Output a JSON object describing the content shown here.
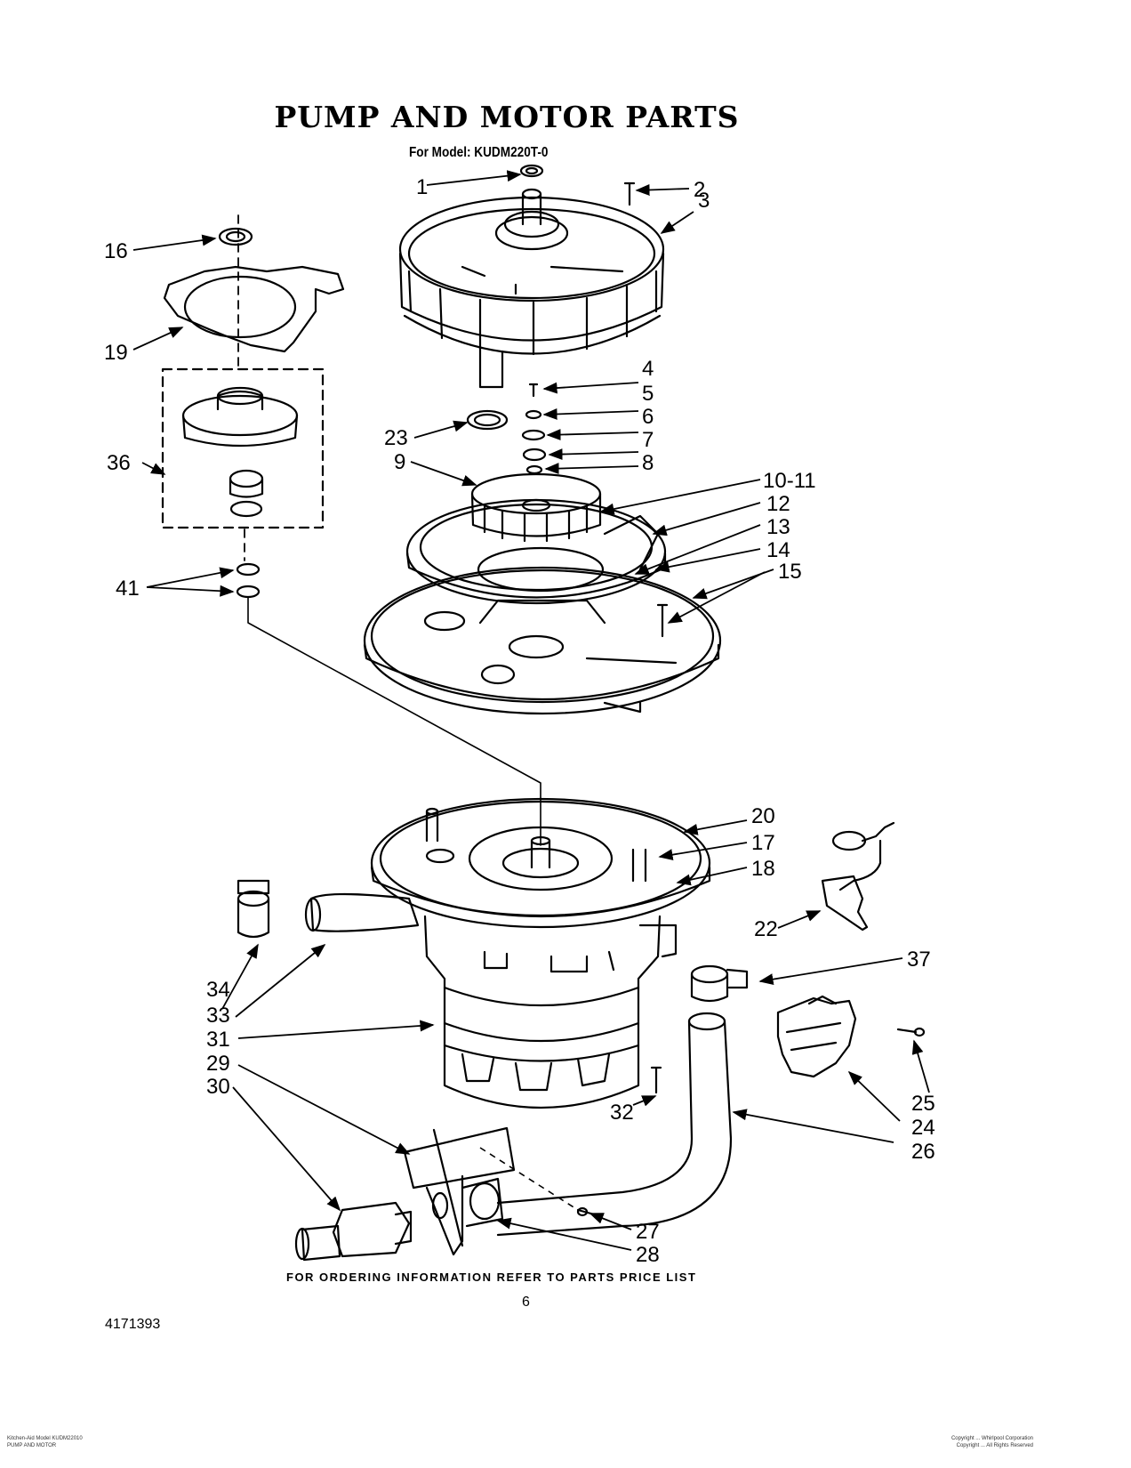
{
  "title": "PUMP AND MOTOR PARTS",
  "subtitle": "For Model: KUDM220T-0",
  "footer": "FOR ORDERING INFORMATION REFER TO PARTS PRICE LIST",
  "page_number": "6",
  "document_number": "4171393",
  "note_left": [
    "Kitchen-Aid Model KUDM22010",
    "PUMP AND MOTOR"
  ],
  "note_right": [
    "Copyright ... Whirlpool Corporation",
    "Copyright ... All Rights Reserved"
  ],
  "callouts": {
    "c1": "1",
    "c2": "2",
    "c3": "3",
    "c4": "4",
    "c5": "5",
    "c6": "6",
    "c7": "7",
    "c8": "8",
    "c9": "9",
    "c10_11": "10-11",
    "c12": "12",
    "c13": "13",
    "c14": "14",
    "c15": "15",
    "c16": "16",
    "c17": "17",
    "c18": "18",
    "c19": "19",
    "c20": "20",
    "c22": "22",
    "c23": "23",
    "c24": "24",
    "c25": "25",
    "c26": "26",
    "c27": "27",
    "c28": "28",
    "c29": "29",
    "c30": "30",
    "c31": "31",
    "c32": "32",
    "c33": "33",
    "c34": "34",
    "c36": "36",
    "c37": "37",
    "c41": "41"
  },
  "colors": {
    "ink": "#000000",
    "paper": "#ffffff"
  }
}
